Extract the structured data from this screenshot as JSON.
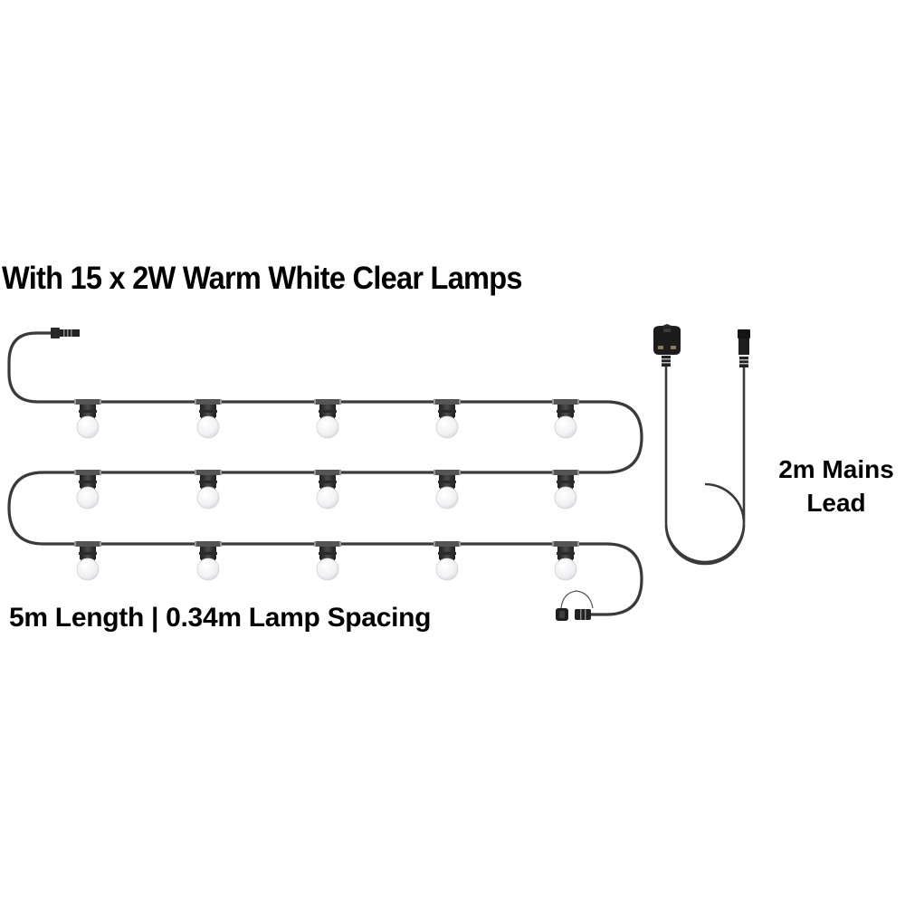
{
  "title": "With 15 x 2W Warm White Clear Lamps",
  "spec": "5m Length | 0.34m Lamp Spacing",
  "mains_lead": {
    "line1": "2m Mains",
    "line2": "Lead"
  },
  "festoon": {
    "lamp_count": 15,
    "rows": 3,
    "lamps_per_row": 5,
    "lamp_color": "warm white clear",
    "cable_color": "#3a3a3a"
  },
  "icons": {
    "lamp": "festoon-bulb-icon",
    "connector_in": "male-connector-icon",
    "connector_end": "end-cap-connector-icon",
    "plug": "uk-plug-icon",
    "lead_connector": "female-connector-icon"
  }
}
